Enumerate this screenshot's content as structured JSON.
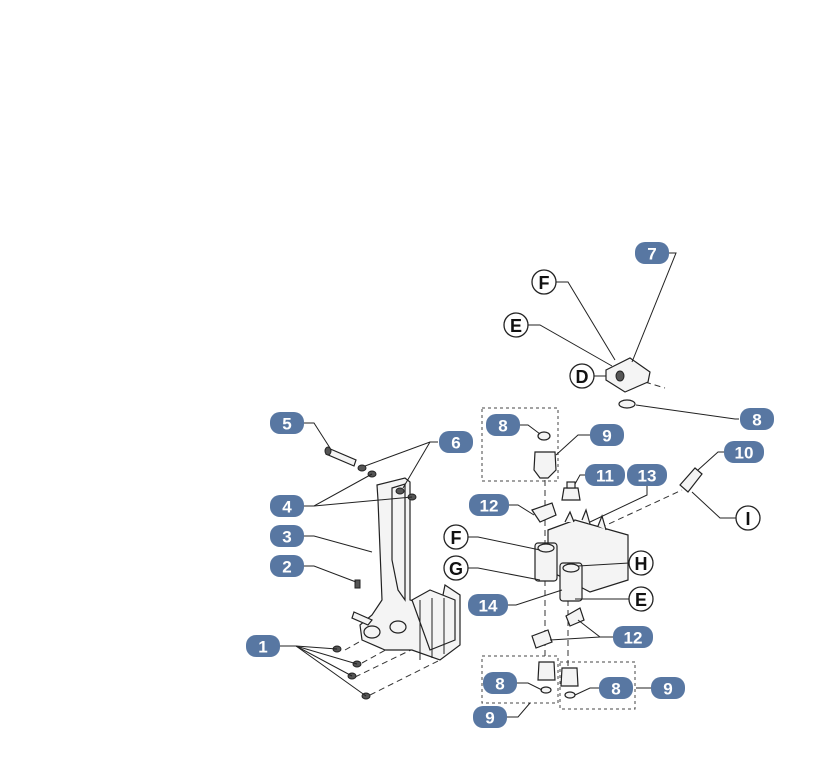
{
  "diagram": {
    "badge_color": "#5877a2",
    "number_callouts": [
      "7",
      "8",
      "5",
      "6",
      "8",
      "9",
      "10",
      "11",
      "13",
      "12",
      "4",
      "3",
      "2",
      "14",
      "12",
      "1",
      "8",
      "8",
      "9",
      "9"
    ],
    "letter_callouts": [
      "F",
      "E",
      "D",
      "I",
      "F",
      "G",
      "H",
      "E"
    ]
  }
}
